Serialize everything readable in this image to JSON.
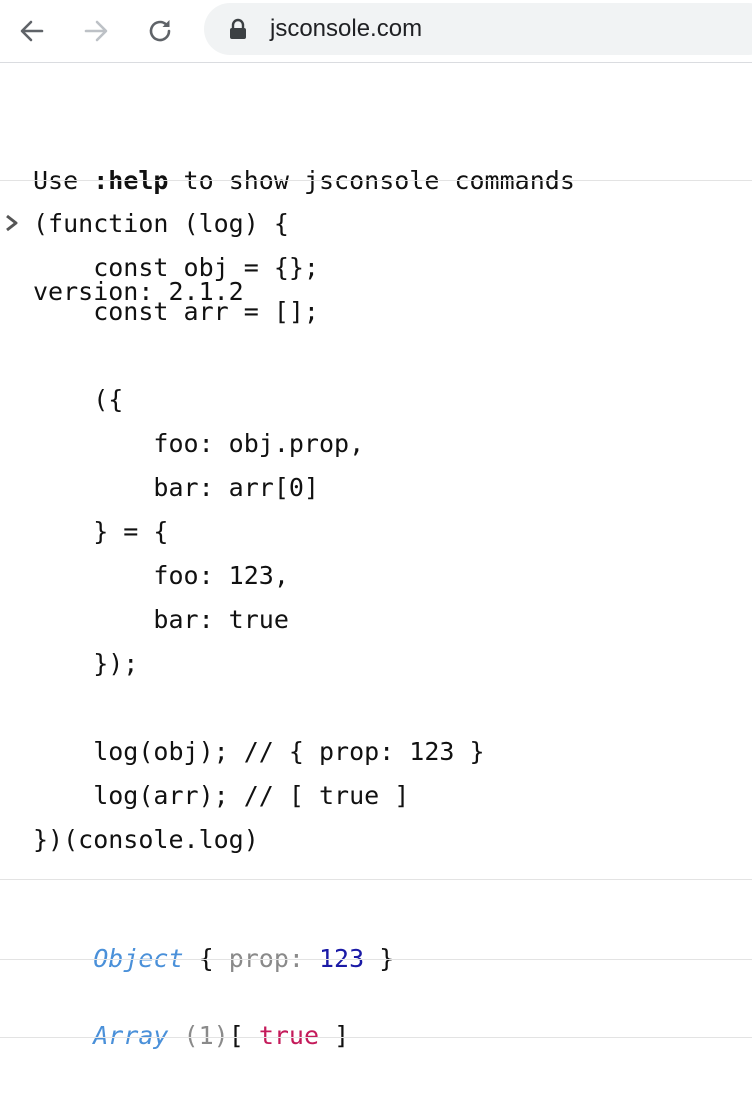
{
  "browser": {
    "url": "jsconsole.com",
    "icons": {
      "back": "arrow-left-icon",
      "forward": "arrow-right-icon",
      "reload": "reload-icon",
      "lock": "lock-icon"
    }
  },
  "console": {
    "banner": {
      "line1_prefix": "Use ",
      "line1_command": ":help",
      "line1_suffix": " to show jsconsole commands",
      "line2": "version: 2.1.2"
    },
    "input_code": [
      "(function (log) {",
      "    const obj = {};",
      "    const arr = [];",
      "",
      "    ({",
      "        foo: obj.prop,",
      "        bar: arr[0]",
      "    } = {",
      "        foo: 123,",
      "        bar: true",
      "    });",
      "",
      "    log(obj); // { prop: 123 }",
      "    log(arr); // [ true ]",
      "})(console.log)"
    ],
    "results": {
      "object": {
        "type": "Object",
        "open": " { ",
        "key": "prop: ",
        "value": "123",
        "close": " }"
      },
      "array": {
        "type": "Array",
        "count": " (1)",
        "open": "[ ",
        "value": "true",
        "close": " ]"
      }
    }
  },
  "colors": {
    "type_label": "#4a90d9",
    "number": "#1a1aa6",
    "boolean": "#c41a5a",
    "muted": "#8a8a8a",
    "omnibox_bg": "#f1f3f4"
  }
}
